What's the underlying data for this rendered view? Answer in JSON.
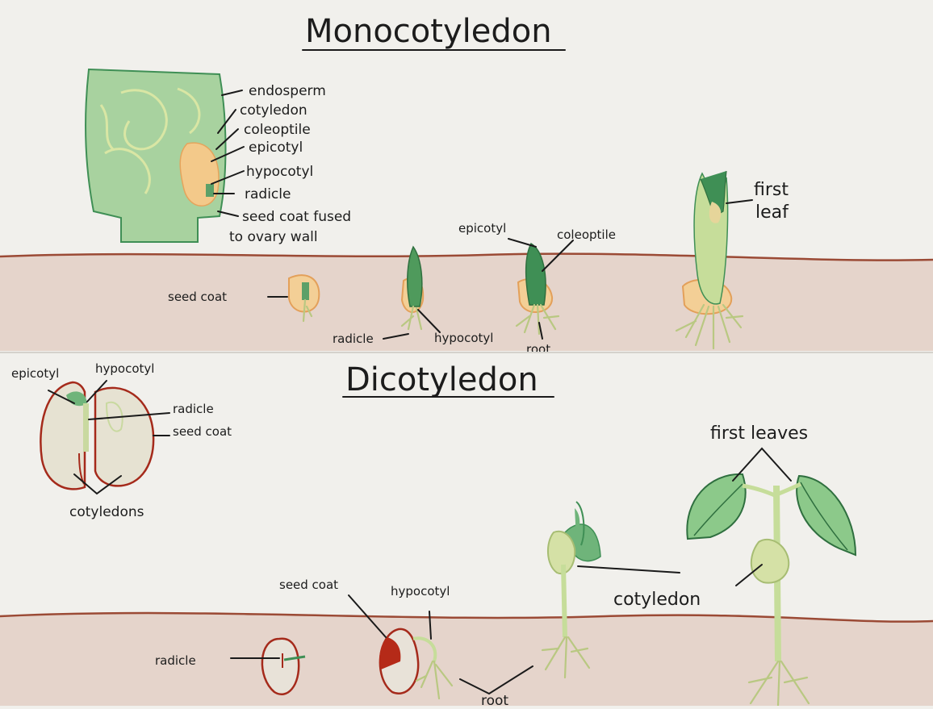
{
  "mono": {
    "title": "Monocotyledon",
    "seed_labels": {
      "endosperm": "endosperm",
      "cotyledon": "cotyledon",
      "coleoptile": "coleoptile",
      "epicotyl": "epicotyl",
      "hypocotyl": "hypocotyl",
      "radicle": "radicle",
      "seed_coat_line1": "seed coat fused",
      "seed_coat_line2": "to ovary wall"
    },
    "stage_labels": {
      "seed_coat": "seed coat",
      "radicle": "radicle",
      "hypocotyl": "hypocotyl",
      "root": "root",
      "epicotyl": "epicotyl",
      "coleoptile": "coleoptile",
      "first_leaf_line1": "first",
      "first_leaf_line2": "leaf"
    }
  },
  "dicot": {
    "title": "Dicotyledon",
    "seed_labels": {
      "epicotyl": "epicotyl",
      "hypocotyl": "hypocotyl",
      "radicle": "radicle",
      "seed_coat": "seed coat",
      "cotyledons": "cotyledons"
    },
    "stage_labels": {
      "radicle": "radicle",
      "seed_coat": "seed coat",
      "hypocotyl": "hypocotyl",
      "root": "root",
      "cotyledon": "cotyledon",
      "first_leaves": "first leaves"
    }
  },
  "colors": {
    "paper": "#f1f0ec",
    "soil": "#e5d4cb",
    "soil_line": "#9b4a35",
    "green_dark": "#3f8f55",
    "green_light": "#b9c882",
    "seed_red": "#a52a1b"
  }
}
